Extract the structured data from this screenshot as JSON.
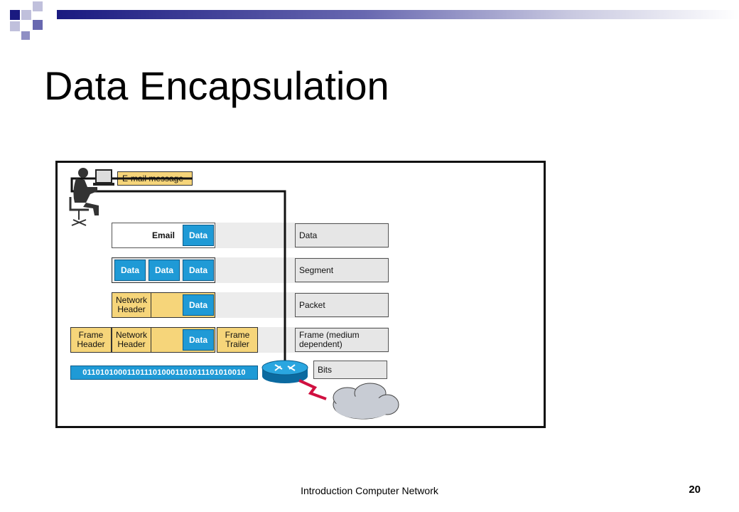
{
  "slide": {
    "title": "Data Encapsulation",
    "footer": "Introduction Computer Network",
    "page_number": "20"
  },
  "diagram": {
    "email_message_label": "E-mail message",
    "row_data": {
      "email": "Email",
      "data": "Data"
    },
    "row_segment": {
      "data1": "Data",
      "data2": "Data",
      "data3": "Data"
    },
    "row_packet": {
      "network_header": "Network Header",
      "data": "Data"
    },
    "row_frame": {
      "frame_header": "Frame Header",
      "network_header": "Network Header",
      "data": "Data",
      "frame_trailer": "Frame Trailer"
    },
    "bits_value": "0110101000110111010001101011101010010",
    "layer_labels": {
      "data": "Data",
      "segment": "Segment",
      "packet": "Packet",
      "frame": "Frame (medium dependent)",
      "bits": "Bits"
    },
    "icons": [
      "user-at-computer-icon",
      "router-icon",
      "network-cloud-icon",
      "lightning-link-icon"
    ]
  },
  "colors": {
    "header_bar": "#1a1a80",
    "data_blue": "#1f9ad6",
    "header_yellow": "#f6d57a",
    "label_gray": "#e6e6e6"
  }
}
